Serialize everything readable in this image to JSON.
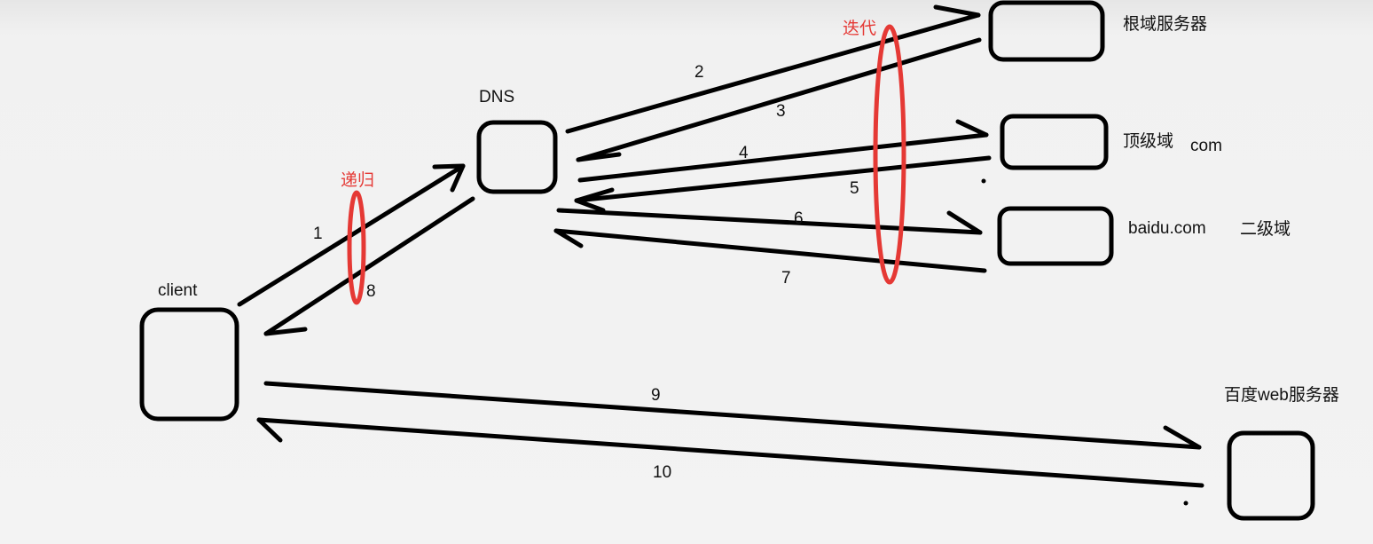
{
  "nodes": {
    "client": "client",
    "dns": "DNS",
    "root": "根域服务器",
    "tld": "顶级域",
    "tld_suffix": "com",
    "second": "baidu.com",
    "second_suffix": "二级域",
    "web": "百度web服务器"
  },
  "steps": {
    "s1": "1",
    "s2": "2",
    "s3": "3",
    "s4": "4",
    "s5": "5",
    "s6": "6",
    "s7": "7",
    "s8": "8",
    "s9": "9",
    "s10": "10"
  },
  "annotations": {
    "recursive": "递归",
    "iterative": "迭代"
  },
  "colors": {
    "stroke": "#000000",
    "highlight": "#e53935"
  }
}
